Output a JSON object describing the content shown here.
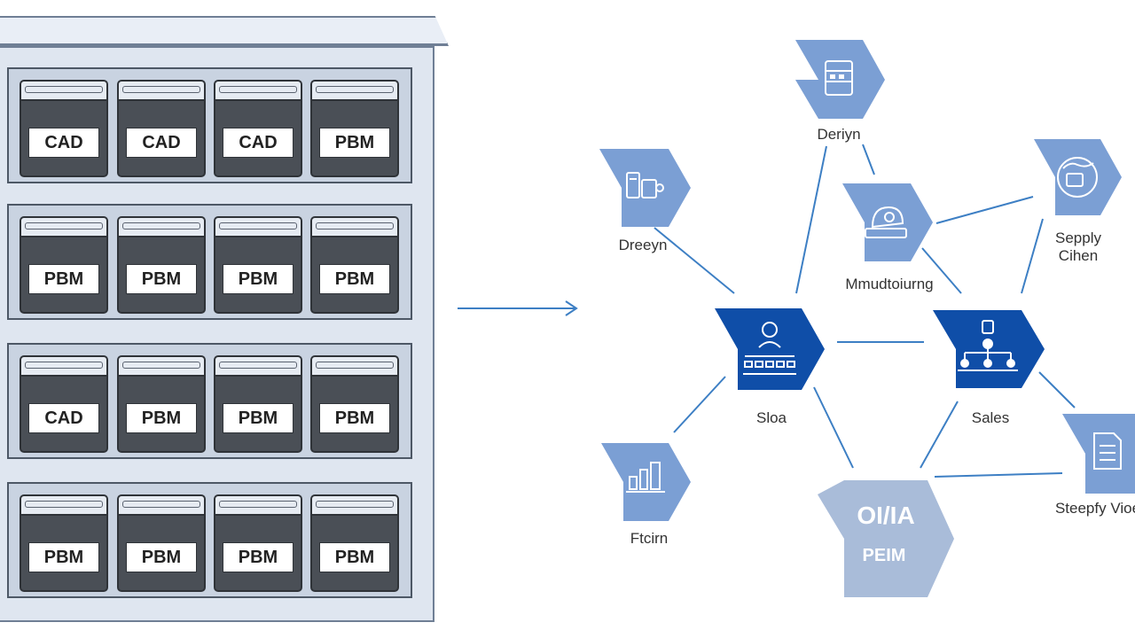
{
  "cabinet": {
    "shelves": [
      {
        "drawers": [
          "CAD",
          "CAD",
          "CAD",
          "PBM"
        ]
      },
      {
        "drawers": [
          "PBM",
          "PBM",
          "PBM",
          "PBM"
        ]
      },
      {
        "drawers": [
          "CAD",
          "PBM",
          "PBM",
          "PBM"
        ]
      },
      {
        "drawers": [
          "PBM",
          "PBM",
          "PBM",
          "PBM"
        ]
      }
    ]
  },
  "network": {
    "nodes": {
      "design_top": {
        "label": "Deriyn",
        "icon": "server-icon",
        "color": "#7b9fd4"
      },
      "design_left": {
        "label": "Dreeyn",
        "icon": "devices-icon",
        "color": "#7b9fd4"
      },
      "manufacturing": {
        "label": "Mmudtoiurng",
        "icon": "factory-icon",
        "color": "#7b9fd4"
      },
      "supply_chain": {
        "label_line1": "Sepply",
        "label_line2": "Cihen",
        "icon": "globe-icon",
        "color": "#7b9fd4"
      },
      "hub_left": {
        "label": "Sloa",
        "icon": "org-chart-icon",
        "color": "#0f4ea8"
      },
      "hub_right": {
        "label": "Sales",
        "icon": "hierarchy-icon",
        "color": "#0f4ea8"
      },
      "fintain": {
        "label": "Ftcirn",
        "icon": "bar-chart-icon",
        "color": "#7b9fd4"
      },
      "plm": {
        "caption_top": "OI/IA",
        "caption_bottom": "PEIM",
        "color": "#a9bcd9"
      },
      "supply_view": {
        "label": "Steepfy Vioe",
        "icon": "document-icon",
        "color": "#7b9fd4"
      }
    }
  }
}
